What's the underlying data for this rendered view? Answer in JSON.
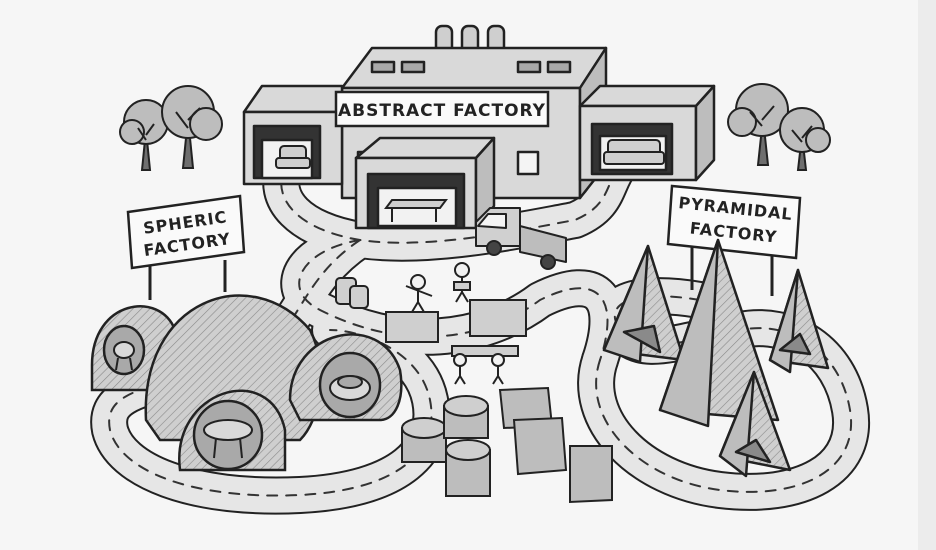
{
  "signs": {
    "abstract": "ABSTRACT FACTORY",
    "spheric_line1": "SPHERIC",
    "spheric_line2": "FACTORY",
    "pyramidal_line1": "PYRAMIDAL",
    "pyramidal_line2": "FACTORY"
  },
  "colors": {
    "background": "#f6f6f6",
    "ink": "#222222",
    "building": "#d9d9d9",
    "road": "#e6e6e6",
    "shade": "#a9a9a9"
  }
}
